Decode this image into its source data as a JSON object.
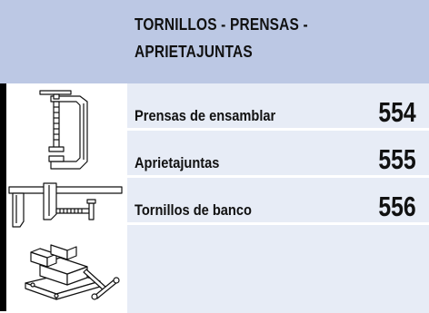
{
  "section": {
    "title_line1": "TORNILLOS - PRENSAS -",
    "title_line2": "APRIETAJUNTAS"
  },
  "entries": [
    {
      "label": "Prensas de ensamblar",
      "page": "554"
    },
    {
      "label": "Aprietajuntas",
      "page": "555"
    },
    {
      "label": "Tornillos de banco",
      "page": "556"
    }
  ],
  "icons": [
    "c-clamp-icon",
    "bar-clamp-icon",
    "bench-vise-icon"
  ],
  "colors": {
    "header_bg": "#bcc8e4",
    "list_bg": "#e7ecf6",
    "text": "#111111",
    "rule": "#000000"
  }
}
